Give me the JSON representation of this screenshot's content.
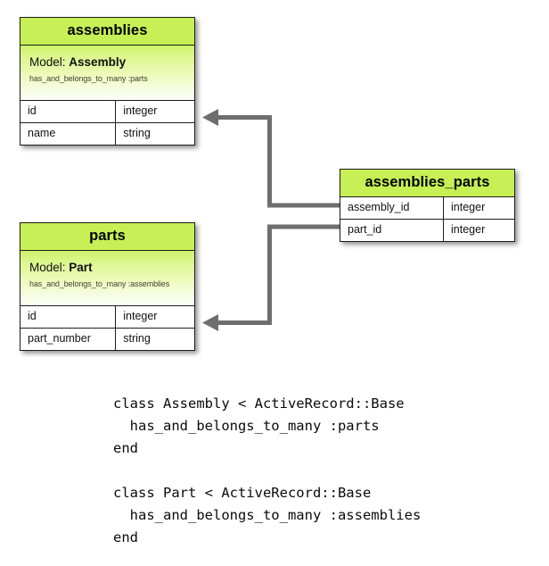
{
  "diagram": {
    "entities": [
      {
        "id": "assemblies",
        "title": "assemblies",
        "model_label": "Model:",
        "model_name": "Assembly",
        "association": "has_and_belongs_to_many :parts",
        "attributes": [
          {
            "name": "id",
            "type": "integer"
          },
          {
            "name": "name",
            "type": "string"
          }
        ]
      },
      {
        "id": "parts",
        "title": "parts",
        "model_label": "Model:",
        "model_name": "Part",
        "association": "has_and_belongs_to_many :assemblies",
        "attributes": [
          {
            "name": "id",
            "type": "integer"
          },
          {
            "name": "part_number",
            "type": "string"
          }
        ]
      },
      {
        "id": "assemblies_parts",
        "title": "assemblies_parts",
        "attributes": [
          {
            "name": "assembly_id",
            "type": "integer"
          },
          {
            "name": "part_id",
            "type": "integer"
          }
        ]
      }
    ],
    "relations": [
      {
        "from": "assemblies_parts.assembly_id",
        "to": "assemblies.id"
      },
      {
        "from": "assemblies_parts.part_id",
        "to": "parts.id"
      }
    ],
    "colors": {
      "header_green": "#c6f055",
      "note_gradient_top": "#cdf26a",
      "note_gradient_bottom": "#fbfef4",
      "border": "#1d1d1d",
      "connector": "#6e6e6e",
      "background": "#ffffff"
    }
  },
  "code": {
    "snippet": "class Assembly < ActiveRecord::Base\n  has_and_belongs_to_many :parts\nend\n\nclass Part < ActiveRecord::Base\n  has_and_belongs_to_many :assemblies\nend"
  }
}
